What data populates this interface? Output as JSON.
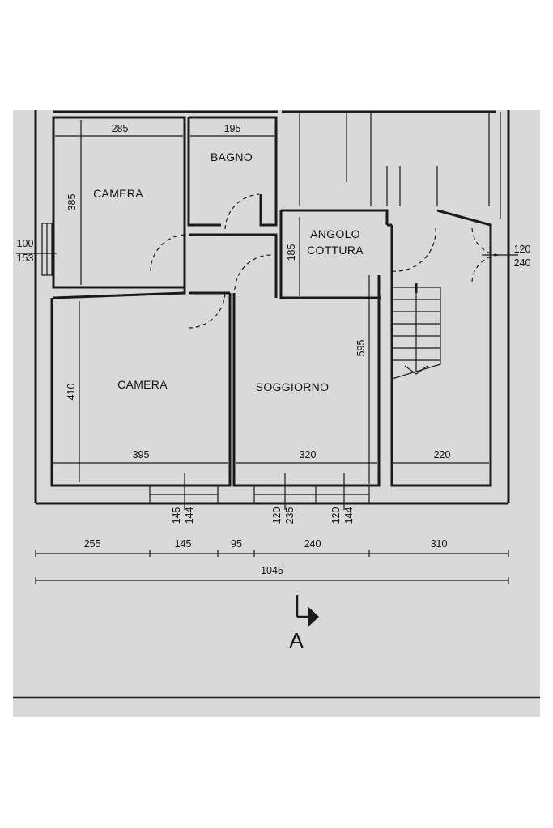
{
  "colors": {
    "paper": "#d9d9d9",
    "ink": "#1a1a1a"
  },
  "rooms": {
    "camera_top": "CAMERA",
    "bagno": "BAGNO",
    "angolo_line1": "ANGOLO",
    "angolo_line2": "COTTURA",
    "camera_bottom": "CAMERA",
    "soggiorno": "SOGGIORNO"
  },
  "dimensions": {
    "camera_top_width": "285",
    "camera_top_height": "385",
    "bagno_width": "195",
    "angolo_height": "185",
    "soggiorno_height": "595",
    "camera_bottom_height": "410",
    "camera_bottom_width": "395",
    "soggiorno_width": "320",
    "stair_room_width": "220",
    "left_window_a": "100",
    "left_window_b": "153",
    "right_window_a": "120",
    "right_window_b": "240",
    "win1_a": "145",
    "win1_b": "144",
    "win2_a": "120",
    "win2_b": "235",
    "win3_a": "120",
    "win3_b": "144"
  },
  "overall": {
    "segments": [
      "255",
      "145",
      "95",
      "240",
      "310"
    ],
    "total": "1045"
  },
  "section_marker": {
    "label": "A"
  }
}
